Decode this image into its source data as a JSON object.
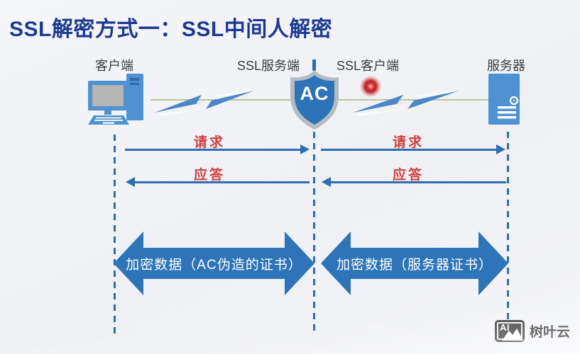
{
  "title": "SSL解密方式一：SSL中间人解密",
  "nodes": {
    "client": "客户端",
    "ssl_server": "SSL服务端",
    "ssl_client": "SSL客户端",
    "server": "服务器",
    "mitm_device": "AC"
  },
  "flows": {
    "request_left": "请求",
    "response_left": "应答",
    "request_right": "请求",
    "response_right": "应答",
    "encrypted_left": "加密数据（AC伪造的证书）",
    "encrypted_right": "加密数据（服务器证书）"
  },
  "watermark": {
    "logo": "AI",
    "brand": "树叶云"
  },
  "colors": {
    "title_blue": "#1c3a94",
    "arrow_blue": "#2e6db4",
    "flow_label_red": "#d43e3e",
    "big_arrow_blue": "#2e74b9",
    "icon_blue": "#4f92d2",
    "shield_border_gray": "#b4bcc2",
    "link_line_green": "#bcc795",
    "laser_red": "#c62828"
  }
}
